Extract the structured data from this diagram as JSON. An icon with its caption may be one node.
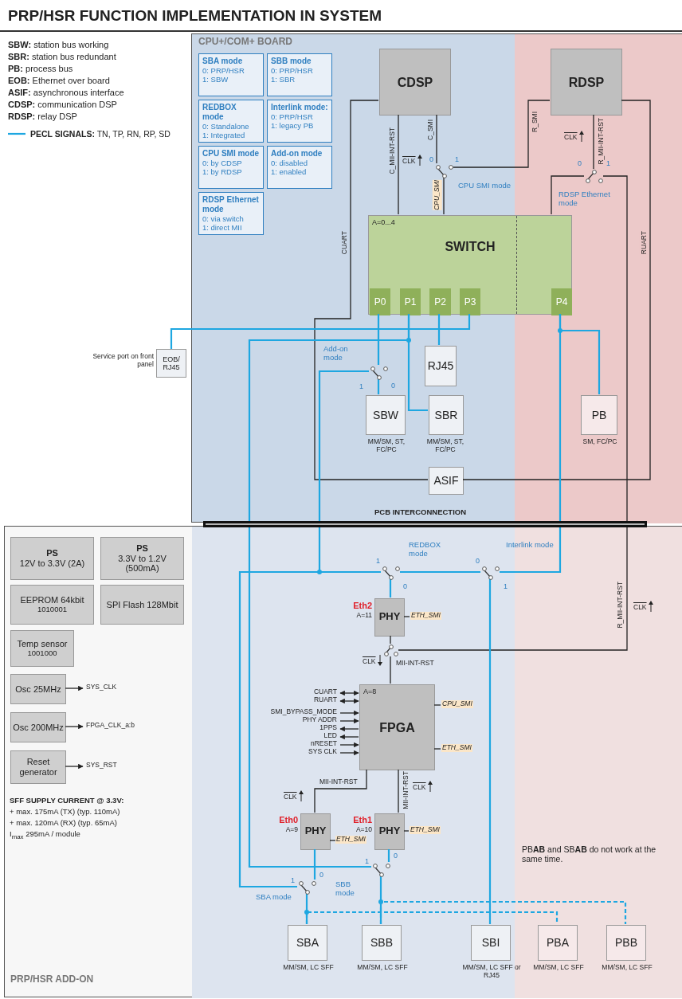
{
  "diagram": {
    "title": "PRP/HSR FUNCTION IMPLEMENTATION IN SYSTEM",
    "nodes": [
      {
        "text": [
          "CPU+/COM+ BOARD"
        ]
      },
      {
        "text": [
          "SBA mode",
          "0: PRP/HSR 1: SBW"
        ],
        "in": 0
      },
      {
        "text": [
          "REDBOX mode",
          "0: Standalone 1: Integrated"
        ],
        "in": 0
      },
      {
        "text": [
          "CPU SMI mode",
          "0: by CDSP 1: by RDSP"
        ],
        "in": 0
      },
      {
        "text": [
          "RDSP Ethernet mode",
          "0: via switch 1: direct MII"
        ],
        "in": 0
      },
      {
        "text": [
          "SBB mode",
          "0: PRP/HSR 1: SBR"
        ],
        "in": 0
      },
      {
        "text": [
          "Interlink mode:",
          "0: PRP/HSR 1: legacy PB"
        ],
        "in": 0
      },
      {
        "text": [
          "Add-on mode",
          "0: disabled 1: enabled"
        ],
        "in": 0
      },
      {
        "text": [
          "CDSP"
        ],
        "in": 0
      },
      {
        "text": [
          "RDSP"
        ],
        "in": 0
      },
      {
        "text": [
          "SWITCH",
          "A=0...4"
        ],
        "in": 0
      },
      {
        "text": [
          "P0"
        ],
        "in": 10
      },
      {
        "text": [
          "P1"
        ],
        "in": 10
      },
      {
        "text": [
          "P2"
        ],
        "in": 10
      },
      {
        "text": [
          "P3"
        ],
        "in": 10
      },
      {
        "text": [
          "P4"
        ],
        "in": 10
      },
      {
        "text": [
          "CPU SMI mode"
        ],
        "beside": [
          "0",
          "1"
        ],
        "in": 0
      },
      {
        "text": [
          "RDSP Ethernet mode"
        ],
        "beside": [
          "0",
          "1"
        ],
        "in": 0
      },
      {
        "text": [
          "Add-on mode"
        ],
        "beside": [
          "1",
          "0"
        ],
        "in": 0
      },
      {
        "text": [
          "RJ45"
        ],
        "in": 0
      },
      {
        "text": [
          "SBW"
        ],
        "beside": [
          "MM/SM, ST, FC/PC"
        ],
        "in": 0
      },
      {
        "text": [
          "SBR"
        ],
        "beside": [
          "MM/SM, ST, FC/PC"
        ],
        "in": 0
      },
      {
        "text": [
          "ASIF"
        ],
        "in": 0
      },
      {
        "text": [
          "PB"
        ],
        "beside": [
          "SM, FC/PC"
        ],
        "in": 0
      },
      {
        "text": [
          "EOB/ RJ45"
        ],
        "beside": [
          "Service port on front panel"
        ]
      },
      {
        "text": [
          "PRP/HSR ADD-ON"
        ]
      },
      {
        "text": [
          "Reset generator"
        ],
        "in": 25
      },
      {
        "text": [
          "Osc 200MHz"
        ],
        "in": 25
      },
      {
        "text": [
          "Osc 25MHz"
        ],
        "in": 25
      },
      {
        "text": [
          "Temp sensor",
          "1001000"
        ],
        "in": 25
      },
      {
        "text": [
          "EEPROM 64kbit",
          "1010001"
        ],
        "in": 25
      },
      {
        "text": [
          "SPI Flash 128Mbit"
        ],
        "in": 25
      },
      {
        "text": [
          "PS",
          "12V to 3.3V (2A)"
        ],
        "in": 25
      },
      {
        "text": [
          "PS",
          "3.3V to 1.2V (500mA)"
        ],
        "in": 25
      },
      {
        "text": [
          "FPGA",
          "A=8"
        ],
        "in": 25
      },
      {
        "text": [
          "PHY"
        ],
        "beside": [
          "Eth0",
          "A=9"
        ],
        "in": 25
      },
      {
        "text": [
          "PHY"
        ],
        "beside": [
          "Eth1",
          "A=10"
        ],
        "in": 25
      },
      {
        "text": [
          "PHY"
        ],
        "beside": [
          "Eth2",
          "A=11"
        ],
        "in": 25
      },
      {
        "text": [
          "SBA mode"
        ],
        "beside": [
          "1",
          "0"
        ],
        "in": 25
      },
      {
        "text": [
          "SBB mode"
        ],
        "beside": [
          "1",
          "0"
        ],
        "in": 25
      },
      {
        "text": [
          "REDBOX mode"
        ],
        "beside": [
          "1",
          "0"
        ],
        "in": 25
      },
      {
        "text": [
          "Interlink mode"
        ],
        "beside": [
          "0",
          "1"
        ],
        "in": 25
      },
      {
        "text": [],
        "shape": "switch",
        "in": 25
      },
      {
        "text": [
          "SBA"
        ],
        "beside": [
          "MM/SM, LC SFF"
        ],
        "in": 25
      },
      {
        "text": [
          "SBB"
        ],
        "beside": [
          "MM/SM, LC SFF"
        ],
        "in": 25
      },
      {
        "text": [
          "SBI"
        ],
        "beside": [
          "MM/SM, LC SFF or RJ45"
        ],
        "in": 25
      },
      {
        "text": [
          "PBA"
        ],
        "beside": [
          "MM/SM, LC SFF"
        ],
        "in": 25
      },
      {
        "text": [
          "PBB"
        ],
        "beside": [
          "MM/SM, LC SFF"
        ],
        "in": 25
      }
    ],
    "edges": [
      {
        "from": 8,
        "to": 22,
        "arrow": "none",
        "label": "CUART"
      },
      {
        "from": 9,
        "to": 22,
        "arrow": "none",
        "label": "RUART"
      },
      {
        "from": 8,
        "to": 10,
        "arrow": "none",
        "label": "C_MII-INT-RST"
      },
      {
        "from": 8,
        "to": 16,
        "arrow": "none",
        "label": "C_SMI"
      },
      {
        "from": 9,
        "to": 16,
        "arrow": "none",
        "label": "R_SMI"
      },
      {
        "from": 16,
        "to": 10,
        "arrow": "none",
        "label": "CPU_SMI"
      },
      {
        "from": 9,
        "to": 17,
        "arrow": "none",
        "label": "R_MII-INT-RST"
      },
      {
        "from": 17,
        "to": 10,
        "arrow": "none"
      },
      {
        "from": 17,
        "to": 42,
        "arrow": "none",
        "label": "R_MII-INT-RST"
      },
      {
        "from": 42,
        "to": 34,
        "arrow": "none",
        "label": "MII-INT-RST"
      },
      {
        "from": 42,
        "to": 37,
        "arrow": "none"
      },
      {
        "from": 34,
        "to": 35,
        "arrow": "none",
        "label": "MII-INT-RST"
      },
      {
        "from": 34,
        "to": 36,
        "arrow": "none",
        "label": "MII-INT-RST"
      },
      {
        "from": 11,
        "to": 18,
        "arrow": "none",
        "color": "#1ea7e1"
      },
      {
        "from": 12,
        "to": 21,
        "arrow": "none",
        "color": "#1ea7e1"
      },
      {
        "from": 12,
        "to": 39,
        "arrow": "none",
        "color": "#1ea7e1"
      },
      {
        "from": 13,
        "to": 19,
        "arrow": "none",
        "color": "#1ea7e1"
      },
      {
        "from": 14,
        "to": 24,
        "arrow": "none",
        "color": "#1ea7e1"
      },
      {
        "from": 15,
        "to": 23,
        "arrow": "none",
        "color": "#1ea7e1"
      },
      {
        "from": 15,
        "to": 41,
        "arrow": "none",
        "color": "#1ea7e1"
      },
      {
        "from": 18,
        "to": 20,
        "arrow": "none",
        "color": "#1ea7e1"
      },
      {
        "from": 40,
        "to": 18,
        "arrow": "none",
        "color": "#1ea7e1"
      },
      {
        "from": 40,
        "to": 38,
        "arrow": "none",
        "color": "#1ea7e1"
      },
      {
        "from": 40,
        "to": 37,
        "arrow": "none",
        "color": "#1ea7e1"
      },
      {
        "from": 40,
        "to": 41,
        "arrow": "none",
        "color": "#1ea7e1"
      },
      {
        "from": 41,
        "to": 45,
        "arrow": "none",
        "color": "#1ea7e1"
      },
      {
        "from": 38,
        "to": 35,
        "arrow": "none",
        "color": "#1ea7e1"
      },
      {
        "from": 38,
        "to": 43,
        "arrow": "none",
        "color": "#1ea7e1"
      },
      {
        "from": 39,
        "to": 36,
        "arrow": "none",
        "color": "#1ea7e1"
      },
      {
        "from": 39,
        "to": 44,
        "arrow": "none",
        "color": "#1ea7e1"
      },
      {
        "from": 43,
        "to": 46,
        "arrow": "none",
        "style": "dashed",
        "color": "#1ea7e1"
      },
      {
        "from": 44,
        "to": 47,
        "arrow": "none",
        "style": "dashed",
        "color": "#1ea7e1"
      },
      {
        "from": 26,
        "to": null,
        "arrow": "to",
        "label": "SYS_RST"
      },
      {
        "from": 27,
        "to": null,
        "arrow": "to",
        "label": "FPGA_CLK_a:b"
      },
      {
        "from": 28,
        "to": null,
        "arrow": "to",
        "label": "SYS_CLK"
      },
      {
        "from": null,
        "to": 34,
        "arrow": "to",
        "label": "SYS CLK"
      },
      {
        "from": null,
        "to": 34,
        "arrow": "to",
        "label": "nRESET"
      },
      {
        "from": 34,
        "to": null,
        "arrow": "to",
        "label": "LED"
      },
      {
        "from": 34,
        "to": null,
        "arrow": "to",
        "label": "1PPS"
      },
      {
        "from": null,
        "to": 34,
        "arrow": "to",
        "label": "PHY ADDR"
      },
      {
        "from": null,
        "to": 34,
        "arrow": "to",
        "label": "SMI_BYPASS_MODE"
      },
      {
        "from": 34,
        "to": null,
        "arrow": "both",
        "label": "RUART"
      },
      {
        "from": 34,
        "to": null,
        "arrow": "both",
        "label": "CUART"
      },
      {
        "from": 35,
        "to": null,
        "arrow": "none",
        "label": "ETH_SMI"
      },
      {
        "from": 34,
        "to": null,
        "arrow": "none",
        "label": "ETH_SMI"
      },
      {
        "from": 34,
        "to": null,
        "arrow": "none",
        "label": "CPU_SMI"
      },
      {
        "from": 36,
        "to": null,
        "arrow": "none",
        "label": "ETH_SMI"
      },
      {
        "from": 37,
        "to": null,
        "arrow": "none",
        "label": "ETH_SMI"
      }
    ],
    "labels": [
      "**SBW:** station bus working",
      "**SBR:** station bus redundant",
      "**PB:** process bus",
      "**EOB:** Ethernet over board",
      "**ASIF:** asynchronous interface",
      "**CDSP:** communication DSP",
      "**RDSP:** relay DSP",
      "CLK",
      "CLK",
      "CLK",
      "CLK",
      "CLK",
      "CLK",
      "PCB INTERCONNECTION",
      "SFF SUPPLY CURRENT @ 3.3V:",
      "+ max. 175mA (TX) (typ. 110mA)",
      "+ max. 120mA (RX) (typ. 65mA)",
      "I$_{max}$ 295mA / module",
      "PB**AB** and SB**AB** do not work at the same time."
    ],
    "legend": [
      {
        "text": "**PECL SIGNALS:** TN, TP, RN, RP, SD"
      }
    ]
  }
}
